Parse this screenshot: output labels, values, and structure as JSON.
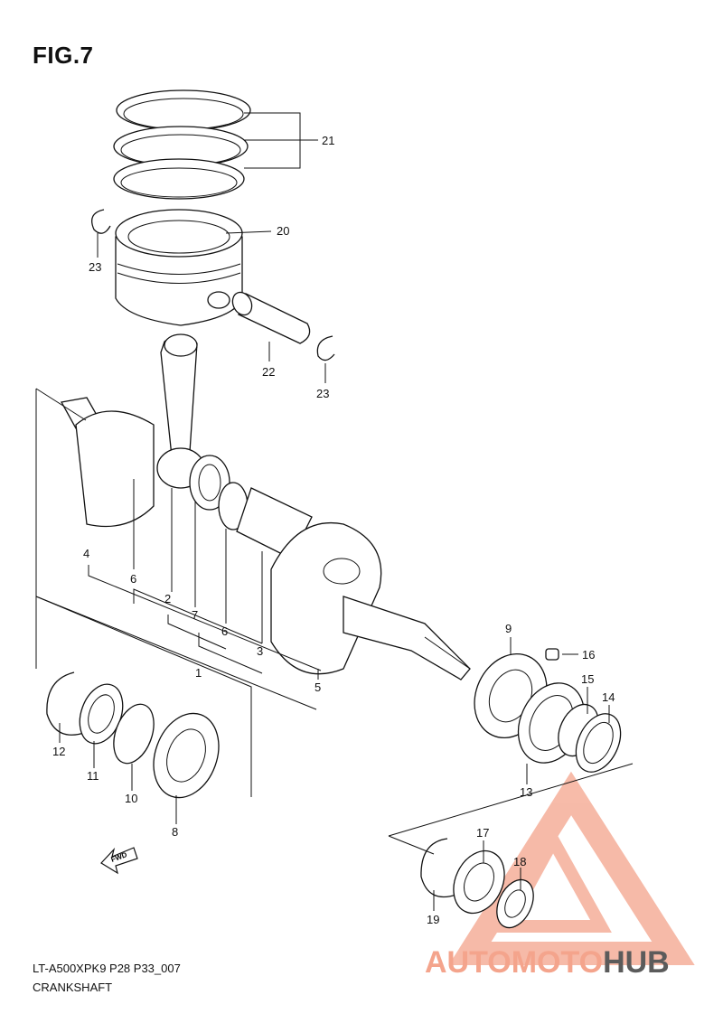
{
  "figure": {
    "title": "FIG.7",
    "model_code": "LT-A500XPK9 P28 P33_007",
    "name": "CRANKSHAFT"
  },
  "callouts": [
    {
      "id": "c21",
      "label": "21"
    },
    {
      "id": "c20",
      "label": "20"
    },
    {
      "id": "c23a",
      "label": "23"
    },
    {
      "id": "c22",
      "label": "22"
    },
    {
      "id": "c23b",
      "label": "23"
    },
    {
      "id": "c4",
      "label": "4"
    },
    {
      "id": "c6a",
      "label": "6"
    },
    {
      "id": "c2",
      "label": "2"
    },
    {
      "id": "c7",
      "label": "7"
    },
    {
      "id": "c6b",
      "label": "6"
    },
    {
      "id": "c1",
      "label": "1"
    },
    {
      "id": "c3",
      "label": "3"
    },
    {
      "id": "c5",
      "label": "5"
    },
    {
      "id": "c9",
      "label": "9"
    },
    {
      "id": "c16",
      "label": "16"
    },
    {
      "id": "c15",
      "label": "15"
    },
    {
      "id": "c14",
      "label": "14"
    },
    {
      "id": "c13",
      "label": "13"
    },
    {
      "id": "c12",
      "label": "12"
    },
    {
      "id": "c11",
      "label": "11"
    },
    {
      "id": "c10",
      "label": "10"
    },
    {
      "id": "c8",
      "label": "8"
    },
    {
      "id": "c17",
      "label": "17"
    },
    {
      "id": "c18",
      "label": "18"
    },
    {
      "id": "c19",
      "label": "19"
    }
  ],
  "fwd_arrow": {
    "label": "FWD"
  },
  "watermark": {
    "part1": "AUTOMOTO",
    "part2": "HUB",
    "accent_color": "#f4a48c",
    "dark_color": "#5b5b5b"
  }
}
